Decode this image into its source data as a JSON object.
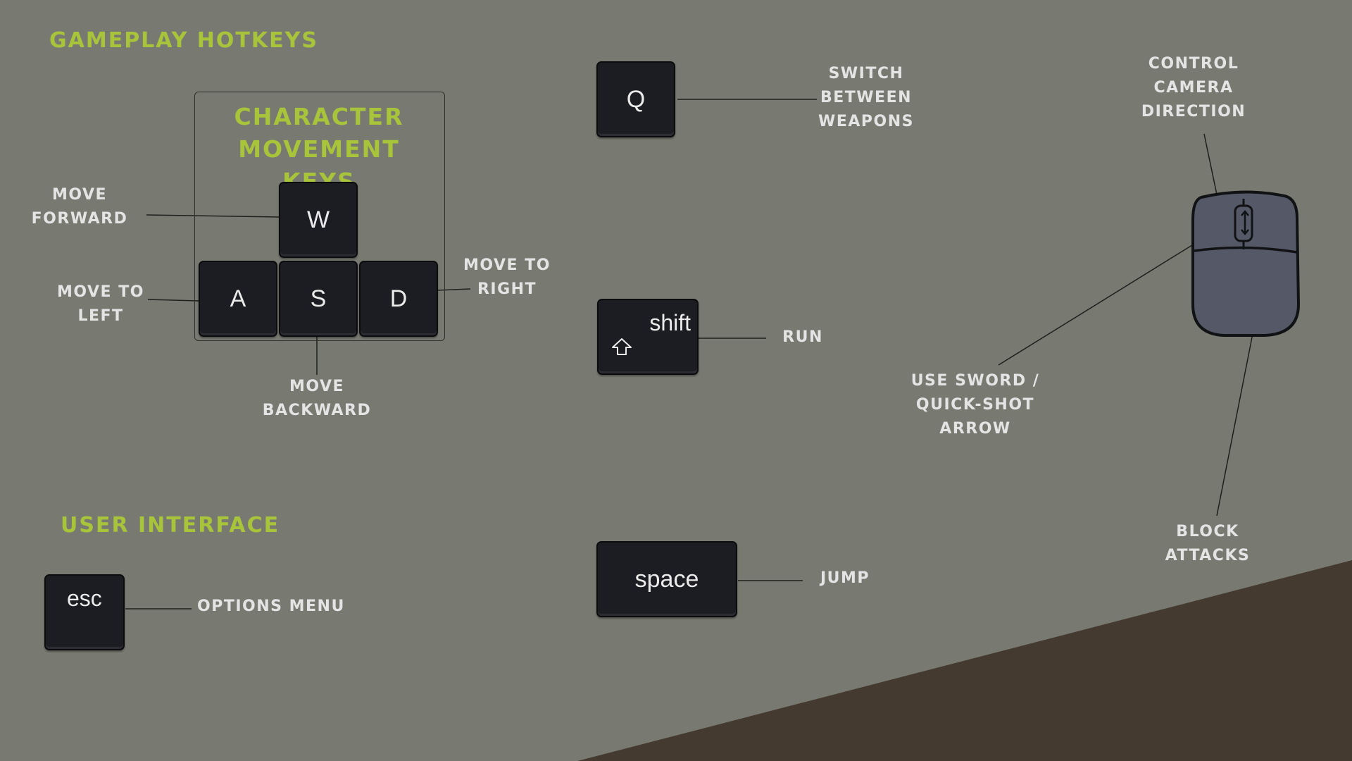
{
  "sections": {
    "gameplay_title": "GAMEPLAY HOTKEYS",
    "ui_title": "USER INTERFACE",
    "movement_title": "CHARACTER\nMOVEMENT KEYS"
  },
  "keys": {
    "w": "W",
    "a": "A",
    "s": "S",
    "d": "D",
    "q": "Q",
    "shift": "shift",
    "space": "space",
    "esc": "esc"
  },
  "labels": {
    "move_forward": "MOVE\nFORWARD",
    "move_left": "MOVE TO\nLEFT",
    "move_right": "MOVE TO\nRIGHT",
    "move_backward": "MOVE\nBACKWARD",
    "switch_weapons": "SWITCH\nBETWEEN\nWEAPONS",
    "run": "RUN",
    "jump": "JUMP",
    "options_menu": "OPTIONS MENU",
    "camera": "CONTROL\nCAMERA\nDIRECTION",
    "use_sword": "USE SWORD /\nQUICK-SHOT\nARROW",
    "block": "BLOCK\nATTACKS"
  },
  "icons": {
    "shift": "shift-arrow-icon",
    "mouse": "mouse-icon",
    "scroll": "scroll-wheel-icon"
  },
  "colors": {
    "background": "#787a72",
    "heading": "#a8c43a",
    "label": "#e4e4e4",
    "key": "#1c1d22",
    "corner": "#453a30",
    "mouse_body": "#545867"
  }
}
